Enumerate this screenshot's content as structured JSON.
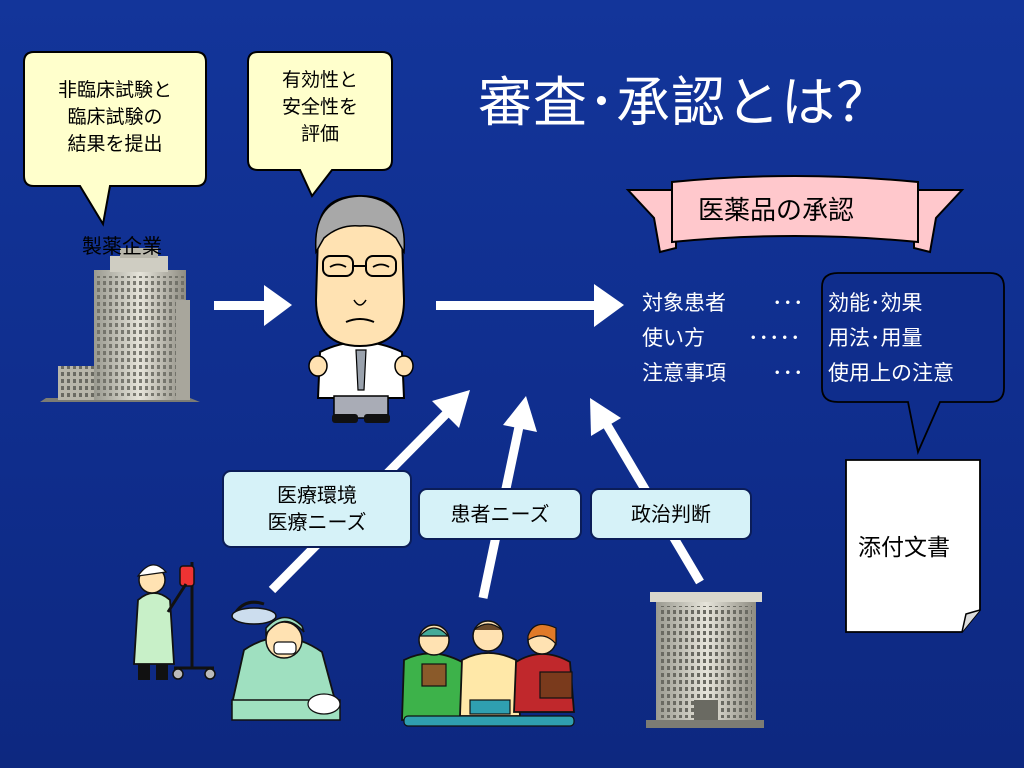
{
  "title": "審査･承認とは？",
  "bubbles": {
    "company": [
      "非臨床試験と",
      "臨床試験の",
      "結果を提出"
    ],
    "reviewer": [
      "有効性と",
      "安全性を",
      "評価"
    ]
  },
  "labels": {
    "company": "製薬企業",
    "banner": "医薬品の承認",
    "document": "添付文書"
  },
  "approval_items": [
    {
      "left": "対象患者",
      "dots": "･･･",
      "right": "効能･効果"
    },
    {
      "left": "使い方",
      "dots": "･････",
      "right": "用法･用量"
    },
    {
      "left": "注意事項",
      "dots": "･･･",
      "right": "使用上の注意"
    }
  ],
  "factors": [
    [
      "医療環境",
      "医療ニーズ"
    ],
    [
      "患者ニーズ"
    ],
    [
      "政治判断"
    ]
  ],
  "colors": {
    "background": "#0f2d8c",
    "bubble": "#ffffcc",
    "banner": "#ffc8cc",
    "pill": "#d6f2f8"
  }
}
